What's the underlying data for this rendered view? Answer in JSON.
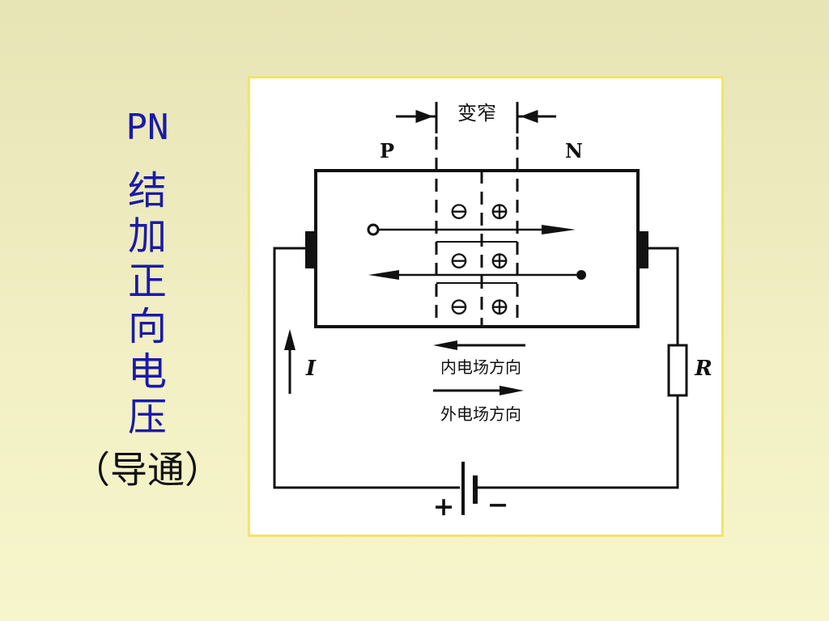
{
  "slide": {
    "title_prefix": "PN",
    "title_vertical": "结加正向电压",
    "subtitle": "（导通）"
  },
  "diagram": {
    "narrowing_label": "变窄",
    "p_label": "P",
    "n_label": "N",
    "negative_ion": "⊖",
    "positive_ion": "⊕",
    "internal_field_label": "内电场方向",
    "external_field_label": "外电场方向",
    "current_label": "I",
    "resistor_label": "R",
    "plus_terminal": "+",
    "minus_terminal": "−"
  },
  "colors": {
    "title_blue": "#1a1aa8",
    "frame_border": "#f2e46a",
    "background": "#f1efc3",
    "ink": "#111111"
  }
}
